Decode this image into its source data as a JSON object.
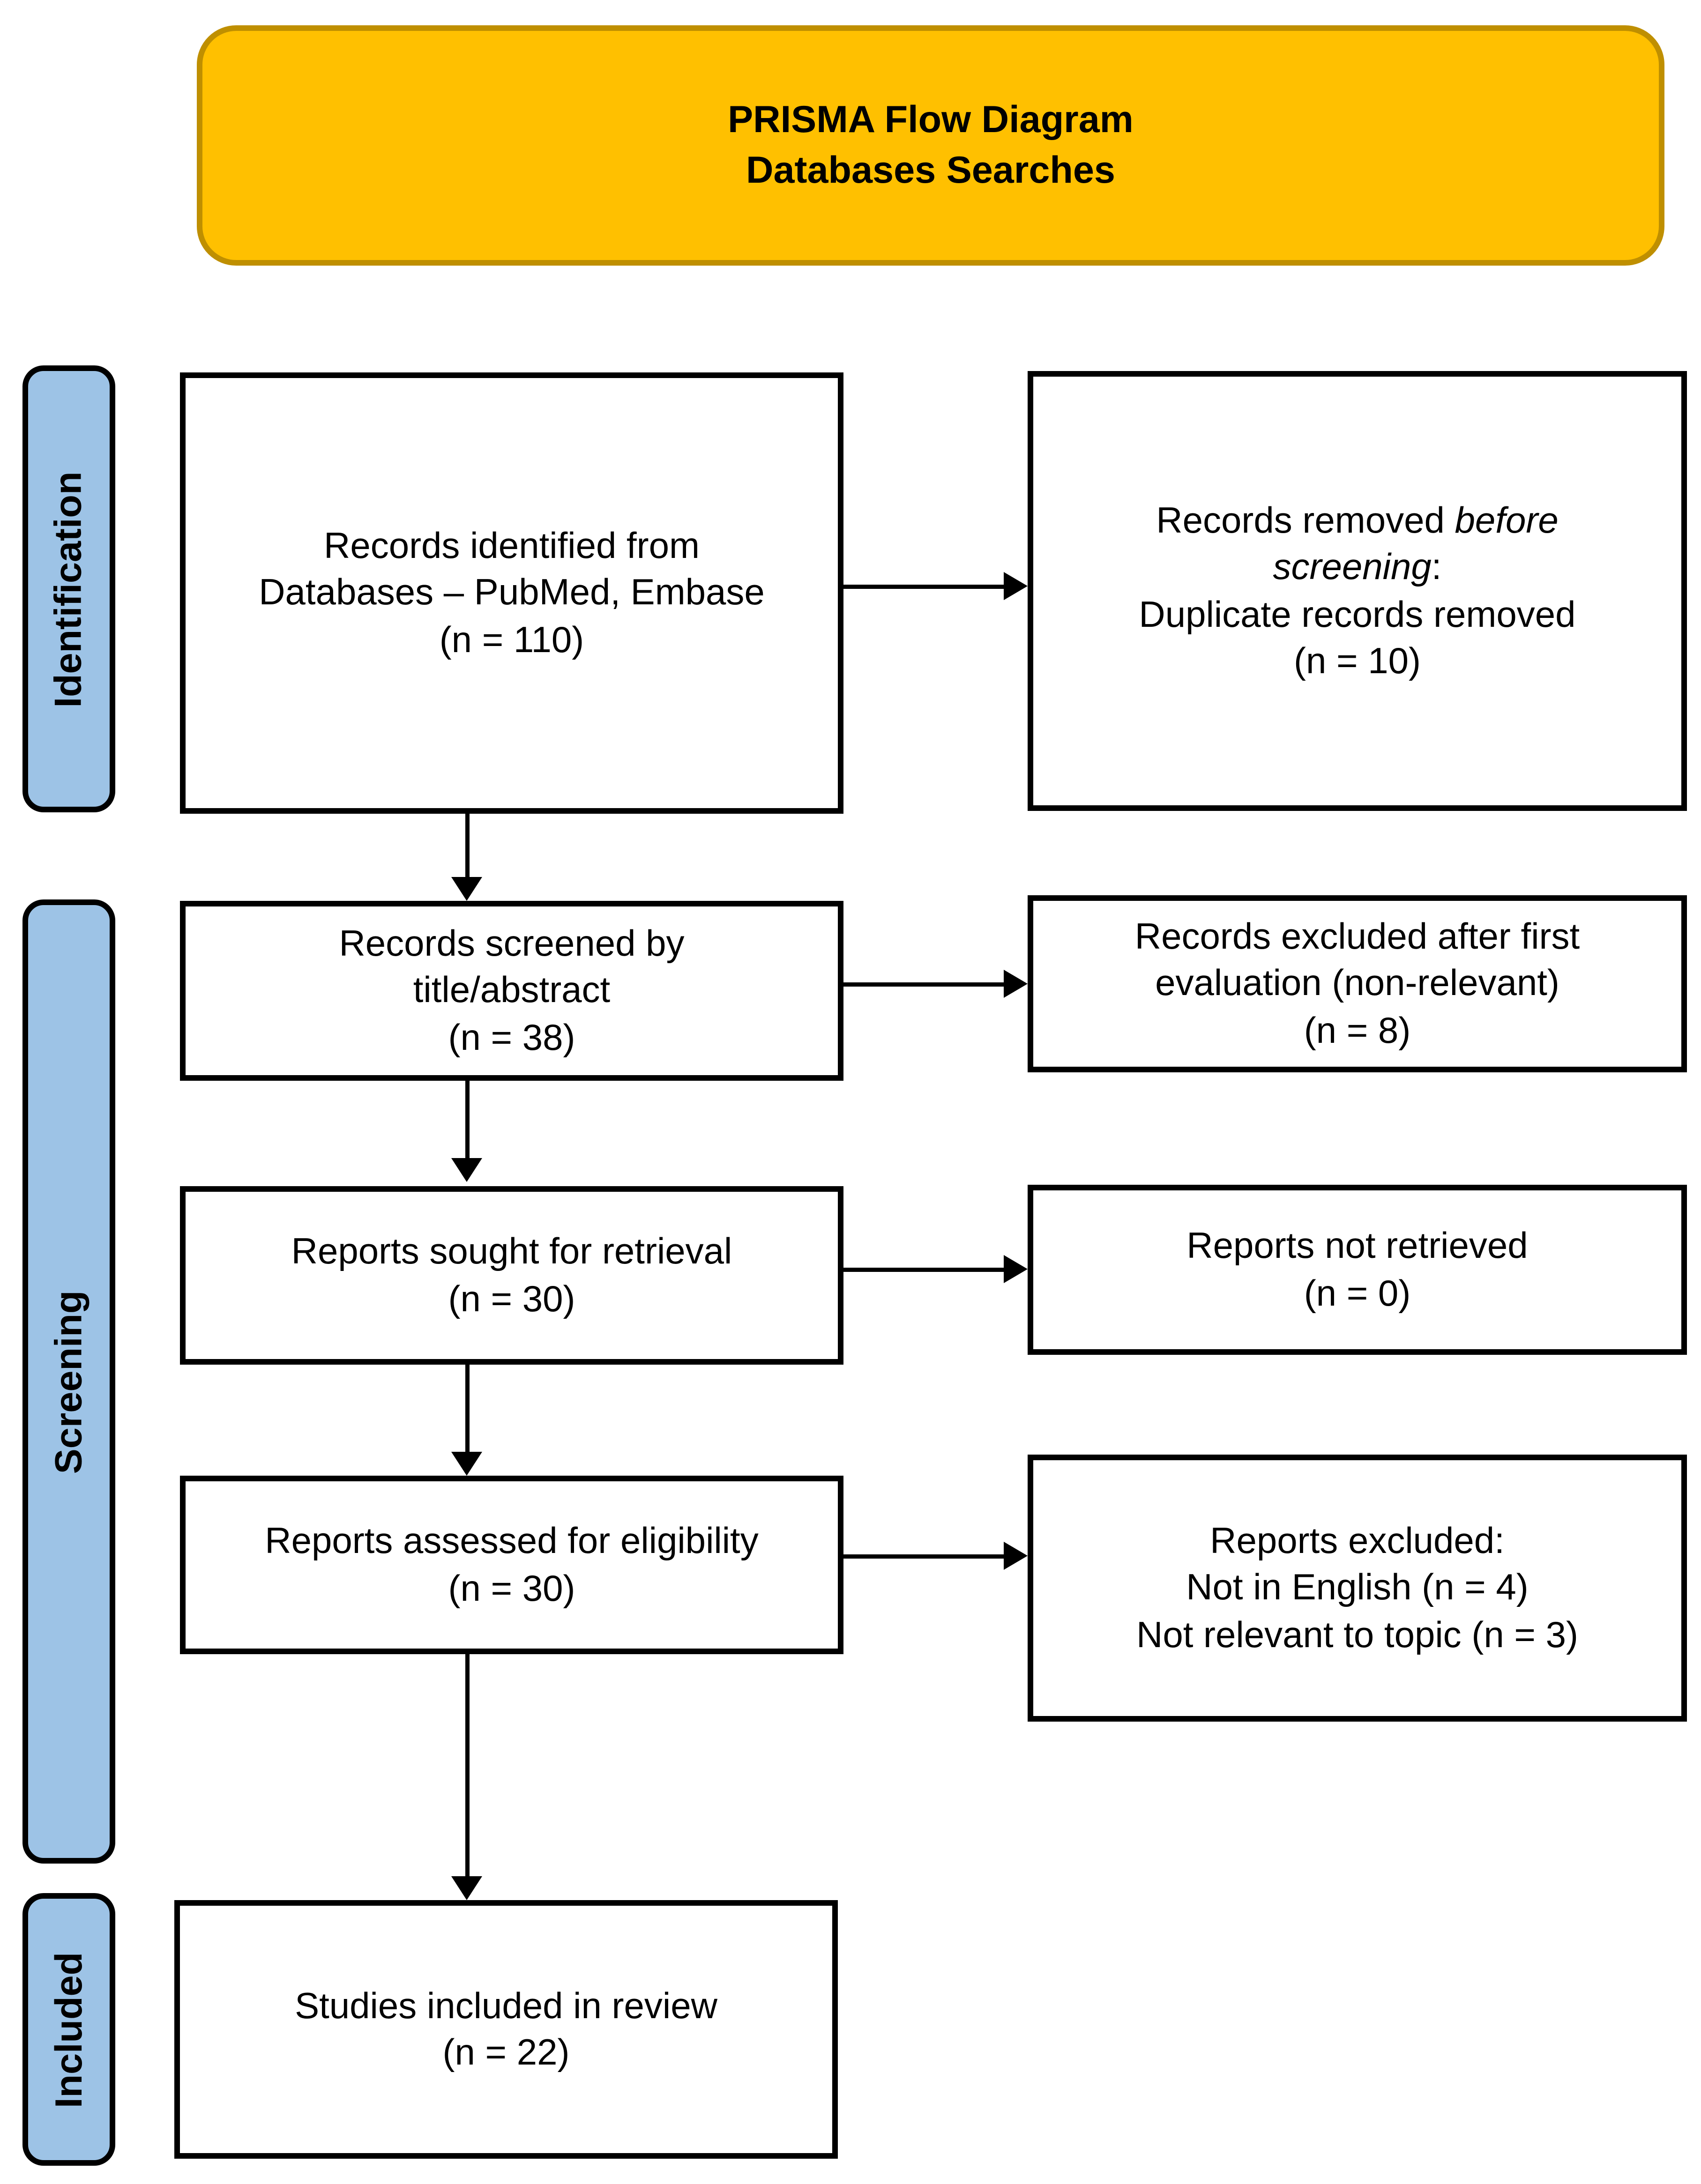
{
  "title": {
    "line1": "PRISMA Flow Diagram",
    "line2": "Databases Searches"
  },
  "stages": {
    "identification": "Identification",
    "screening": "Screening",
    "included": "Included"
  },
  "boxes": {
    "identified": {
      "l1": "Records identified from",
      "l2": "Databases – PubMed, Embase",
      "l3": "(n = 110)"
    },
    "removed": {
      "l1_normal": "Records removed ",
      "l1_italic": "before",
      "l2_italic": "screening",
      "l2_normal": ":",
      "l3": "Duplicate records removed",
      "l4": "(n = 10)"
    },
    "screened": {
      "l1": "Records screened by",
      "l2": "title/abstract",
      "l3": "(n = 38)"
    },
    "excluded_first": {
      "l1": "Records excluded after first",
      "l2": "evaluation (non-relevant)",
      "l3": "(n = 8)"
    },
    "sought": {
      "l1": "Reports sought for retrieval",
      "l2": "(n = 30)"
    },
    "not_retrieved": {
      "l1": "Reports not retrieved",
      "l2": "(n = 0)"
    },
    "assessed": {
      "l1": "Reports assessed for eligibility",
      "l2": "(n = 30)"
    },
    "excluded_reports": {
      "l1": "Reports excluded:",
      "l2": "Not in English (n = 4)",
      "l3": "Not relevant to topic (n = 3)"
    },
    "included_studies": {
      "l1": "Studies included in review",
      "l2": "(n = 22)"
    }
  },
  "colors": {
    "title_fill": "#FFC000",
    "title_border": "#BF8F00",
    "stage_fill": "#9DC3E6",
    "box_fill": "#FFFFFF",
    "line_color": "#000000"
  }
}
